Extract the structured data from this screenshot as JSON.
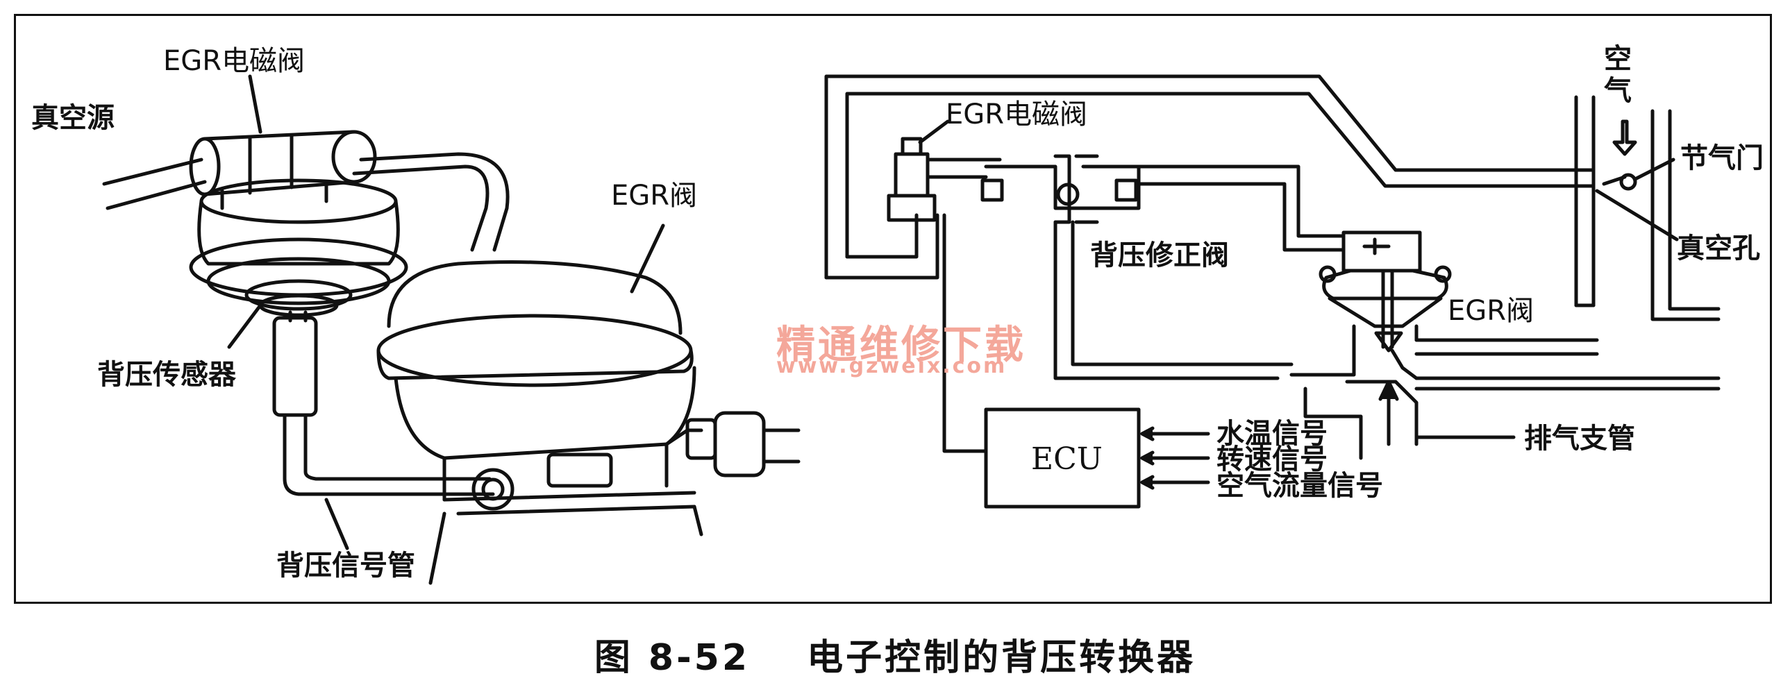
{
  "left_labels": {
    "egr_solenoid": "EGR电磁阀",
    "vacuum_source": "真空源",
    "egr_valve": "EGR阀",
    "backpressure_sensor": "背压传感器",
    "backpressure_signal_tube": "背压信号管"
  },
  "right_labels": {
    "air": "空气",
    "egr_solenoid": "EGR电磁阀",
    "throttle": "节气门",
    "vacuum_port": "真空孔",
    "backpressure_correction_valve": "背压修正阀",
    "egr_valve": "EGR阀",
    "ecu": "ECU",
    "water_temp_signal": "水温信号",
    "speed_signal": "转速信号",
    "air_flow_signal": "空气流量信号",
    "exhaust_manifold": "排气支管"
  },
  "watermark": {
    "text": "精通维修下载",
    "url": "www.gzweix.com"
  },
  "caption": {
    "number": "图 8-52",
    "title": "电子控制的背压转换器"
  }
}
